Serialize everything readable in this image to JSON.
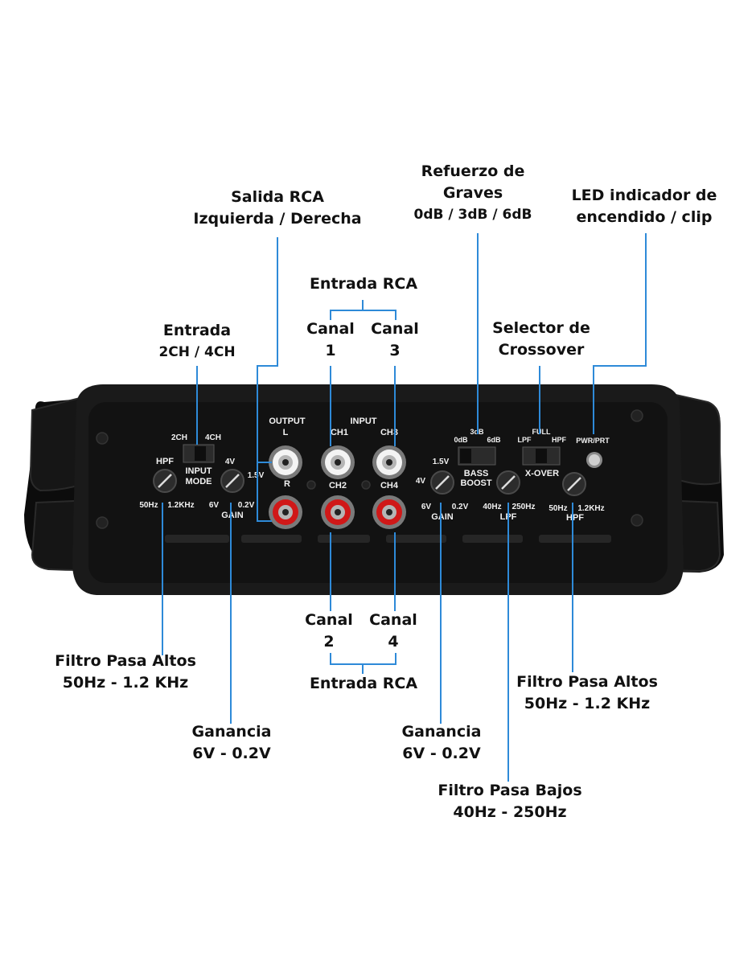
{
  "panel": {
    "output_label": "OUTPUT",
    "output_l": "L",
    "output_r": "R",
    "input_label": "INPUT",
    "ch1": "CH1",
    "ch2": "CH2",
    "ch3": "CH3",
    "ch4": "CH4",
    "sw_2ch": "2CH",
    "sw_4ch": "4CH",
    "input_mode_1": "INPUT",
    "input_mode_2": "MODE",
    "hpf_left": "HPF",
    "hpf_left_min": "50Hz",
    "hpf_left_max": "1.2KHz",
    "gain_left": "GAIN",
    "gain_left_4v": "4V",
    "gain_left_15v": "1.5V",
    "gain_left_6v": "6V",
    "gain_left_02v": "0.2V",
    "bass_0db": "0dB",
    "bass_3db": "3dB",
    "bass_6db": "6dB",
    "bass_boost_1": "BASS",
    "bass_boost_2": "BOOST",
    "gain_right": "GAIN",
    "gain_right_15v": "1.5V",
    "gain_right_4v": "4V",
    "gain_right_6v": "6V",
    "gain_right_02v": "0.2V",
    "lpf_label": "LPF",
    "lpf_min": "40Hz",
    "lpf_max": "250Hz",
    "xover_full": "FULL",
    "xover_lpf": "LPF",
    "xover_hpf": "HPF",
    "xover_label": "X-OVER",
    "hpf_right": "HPF",
    "hpf_right_min": "50Hz",
    "hpf_right_max": "1.2KHz",
    "pwr_prt": "PWR/PRT"
  },
  "callouts": {
    "salida_rca": {
      "line1": "Salida RCA",
      "line2": "Izquierda / Derecha"
    },
    "refuerzo": {
      "line1": "Refuerzo de",
      "line2": "Graves",
      "line3": "0dB / 3dB / 6dB"
    },
    "led": {
      "line1": "LED indicador de",
      "line2": "encendido / clip"
    },
    "entrada_rca_top": "Entrada RCA",
    "canal1": {
      "line1": "Canal",
      "line2": "1"
    },
    "canal3": {
      "line1": "Canal",
      "line2": "3"
    },
    "entrada": {
      "line1": "Entrada",
      "line2": "2CH / 4CH"
    },
    "selector": {
      "line1": "Selector de",
      "line2": "Crossover"
    },
    "canal2": {
      "line1": "Canal",
      "line2": "2"
    },
    "canal4": {
      "line1": "Canal",
      "line2": "4"
    },
    "entrada_rca_bottom": "Entrada RCA",
    "filtro_altos_left": {
      "line1": "Filtro Pasa Altos",
      "line2": "50Hz - 1.2 KHz"
    },
    "filtro_altos_right": {
      "line1": "Filtro Pasa Altos",
      "line2": "50Hz - 1.2 KHz"
    },
    "ganancia_left": {
      "line1": "Ganancia",
      "line2": "6V - 0.2V"
    },
    "ganancia_right": {
      "line1": "Ganancia",
      "line2": "6V - 0.2V"
    },
    "filtro_bajos": {
      "line1": "Filtro Pasa Bajos",
      "line2": "40Hz - 250Hz"
    }
  },
  "colors": {
    "leader": "#2e8ad8",
    "panel": "#141414",
    "rca_red": "#d01818",
    "rca_white": "#f4f4f4"
  }
}
